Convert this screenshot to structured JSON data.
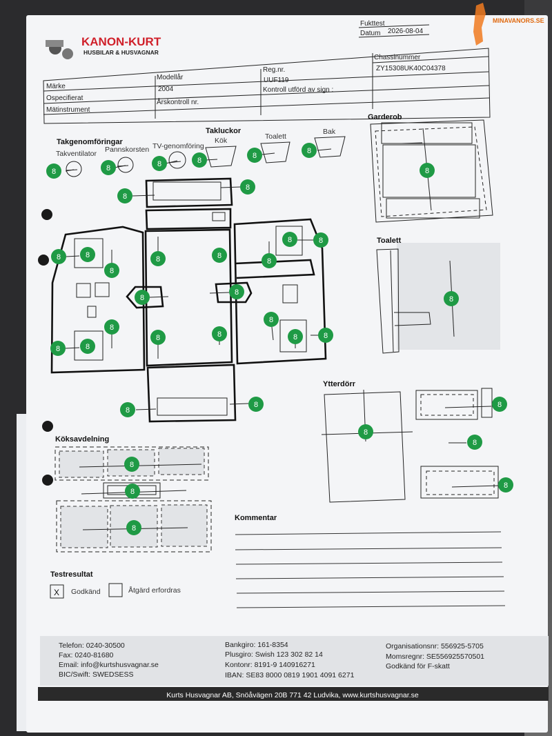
{
  "header": {
    "logo_text": "KANON-KURT",
    "logo_subtitle": "HUSBILAR & HUSVAGNAR",
    "title": "Fukttest",
    "date_label": "Datum",
    "date_value": "2026-08-04"
  },
  "watermark": "MINAVANORS.SE",
  "info_table": {
    "chassis_label": "Chassinummer",
    "chassis_value": "ZY15308UK40C04378",
    "marke_label": "Märke",
    "modellar_label": "Modellår",
    "regnr_label": "Reg.nr.",
    "regnr_value": "UUF119",
    "ospecifierat": "Ospecifierat",
    "modellar_value": "2004",
    "kontroll_label": "Kontroll utförd av sign :",
    "matinstrument_label": "Mätinstrument",
    "arskontroll_label": "Årskontroll nr."
  },
  "sections": {
    "takgenom": "Takgenomföringar",
    "takventilator": "Takventilator",
    "pannskorsten": "Pannskorsten",
    "tvgenom": "TV-genomföring",
    "takluckor": "Takluckor",
    "kok": "Kök",
    "toalett_lucka": "Toalett",
    "bak": "Bak",
    "garderob": "Garderob",
    "toalett": "Toalett",
    "ytterdorr": "Ytterdörr",
    "koksavdelning": "Köksavdelning",
    "kommentar": "Kommentar",
    "testresultat": "Testresultat",
    "godkand": "Godkänd",
    "atgard": "Åtgärd erfordras",
    "checked_mark": "X"
  },
  "reading_value": "8",
  "footer": {
    "phone": "Telefon: 0240-30500",
    "fax": "Fax: 0240-81680",
    "email": "Email: info@kurtshusvagnar.se",
    "bic": "BIC/Swift: SWEDSESS",
    "bankgiro": "Bankgiro: 161-8354",
    "plusgiro": "Plusgiro: Swish 123 302 82 14",
    "kontonr": "Kontonr: 8191-9 140916271",
    "iban": "IBAN: SE83 8000 0819 1901 4091 6271",
    "orgnr": "Organisationsnr: 556925-5705",
    "momsnr": "Momsregnr: SE556925570501",
    "fskatt": "Godkänd för F-skatt",
    "bar": "Kurts Husvagnar AB, Snöåvägen 20B 771 42 Ludvika, www.kurtshusvagnar.se"
  },
  "colors": {
    "marker_green": "#1f9a45",
    "logo_red": "#d0202a",
    "footer_bar": "#2a2a2a"
  }
}
